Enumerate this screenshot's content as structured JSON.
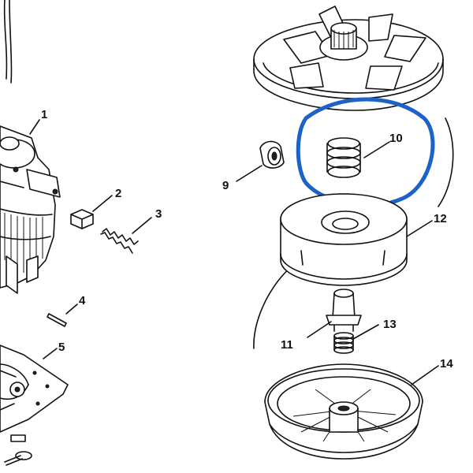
{
  "colors": {
    "highlight": "#1b62c9",
    "ink": "#111111",
    "paper": "#ffffff"
  },
  "callouts": {
    "p1": "1",
    "p2": "2",
    "p3": "3",
    "p4": "4",
    "p5": "5",
    "p9": "9",
    "p10": "10",
    "p11": "11",
    "p12": "12",
    "p13": "13",
    "p14": "14"
  }
}
